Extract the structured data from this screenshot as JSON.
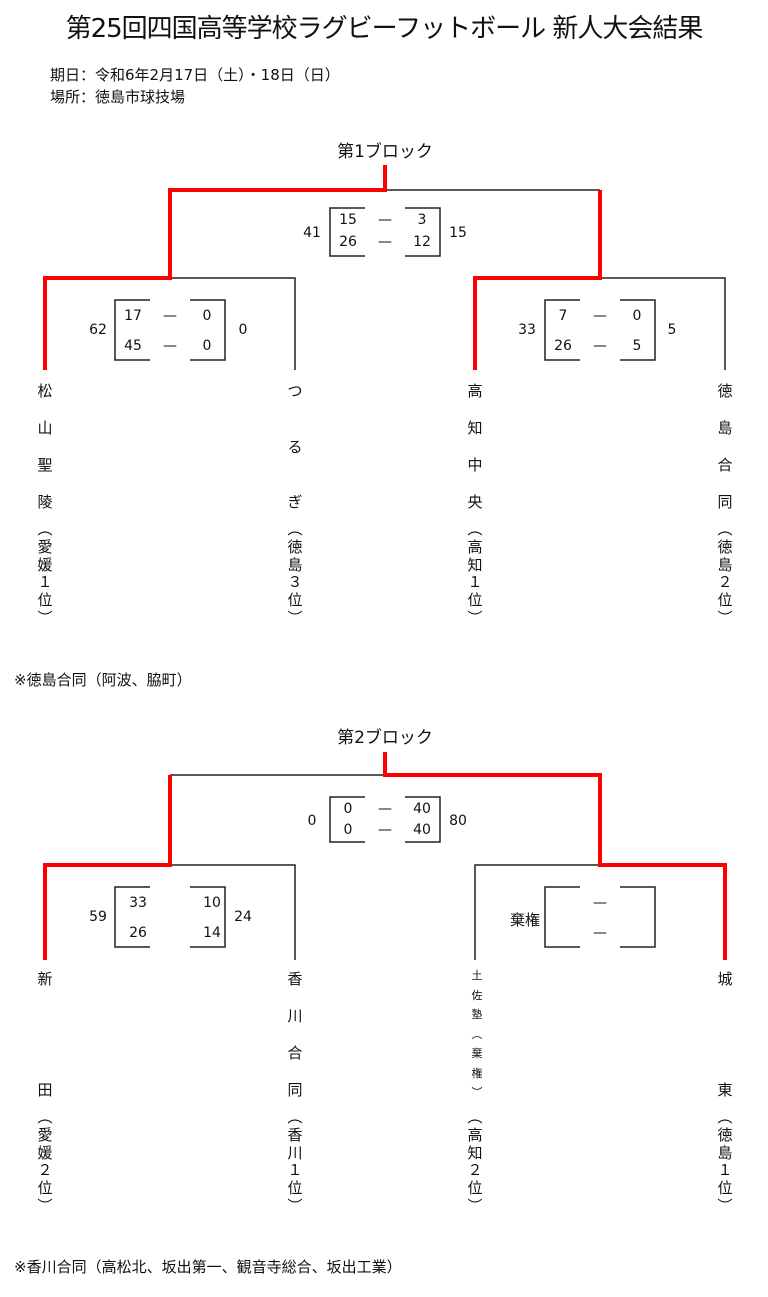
{
  "title": "第25回四国高等学校ラグビーフットボール 新人大会結果",
  "date": "期日：令和6年2月17日（土）・18日（日）",
  "venue": "場所：徳島市球技場",
  "block1": {
    "title": "第1ブロック",
    "final": {
      "left_total": "41",
      "right_total": "15",
      "rows": [
        [
          "15",
          "—",
          "3"
        ],
        [
          "26",
          "—",
          "12"
        ]
      ]
    },
    "semi_left": {
      "left_total": "62",
      "right_total": "0",
      "rows": [
        [
          "17",
          "—",
          "0"
        ],
        [
          "45",
          "—",
          "0"
        ]
      ]
    },
    "semi_right": {
      "left_total": "33",
      "right_total": "5",
      "rows": [
        [
          "7",
          "—",
          "0"
        ],
        [
          "26",
          "—",
          "5"
        ]
      ]
    },
    "teams": [
      {
        "name": "松山聖陵",
        "sub": "（愛媛１位）"
      },
      {
        "name": "つるぎ",
        "sub": "（徳島３位）"
      },
      {
        "name": "高知中央",
        "sub": "（高知１位）"
      },
      {
        "name": "徳島合同",
        "sub": "（徳島２位）"
      }
    ],
    "note": "※徳島合同（阿波、脇町）"
  },
  "block2": {
    "title": "第2ブロック",
    "final": {
      "left_total": "0",
      "right_total": "80",
      "rows": [
        [
          "0",
          "—",
          "40"
        ],
        [
          "0",
          "—",
          "40"
        ]
      ]
    },
    "semi_left": {
      "left_total": "59",
      "right_total": "24",
      "rows": [
        [
          "33",
          "",
          "10"
        ],
        [
          "26",
          "",
          "14"
        ]
      ]
    },
    "semi_right": {
      "left_label": "棄権",
      "rows": [
        [
          "",
          "—",
          ""
        ],
        [
          "",
          "—",
          ""
        ]
      ]
    },
    "teams": [
      {
        "name": "新田",
        "sub": "（愛媛２位）"
      },
      {
        "name": "香川合同",
        "sub": "（香川１位）"
      },
      {
        "name": "土佐塾︵棄権︶",
        "sub": "（高知２位）"
      },
      {
        "name": "城東",
        "sub": "（徳島１位）"
      }
    ],
    "note": "※香川合同（高松北、坂出第一、観音寺総合、坂出工業）"
  },
  "colors": {
    "winner_line": "#ff0000",
    "line": "#222222"
  }
}
